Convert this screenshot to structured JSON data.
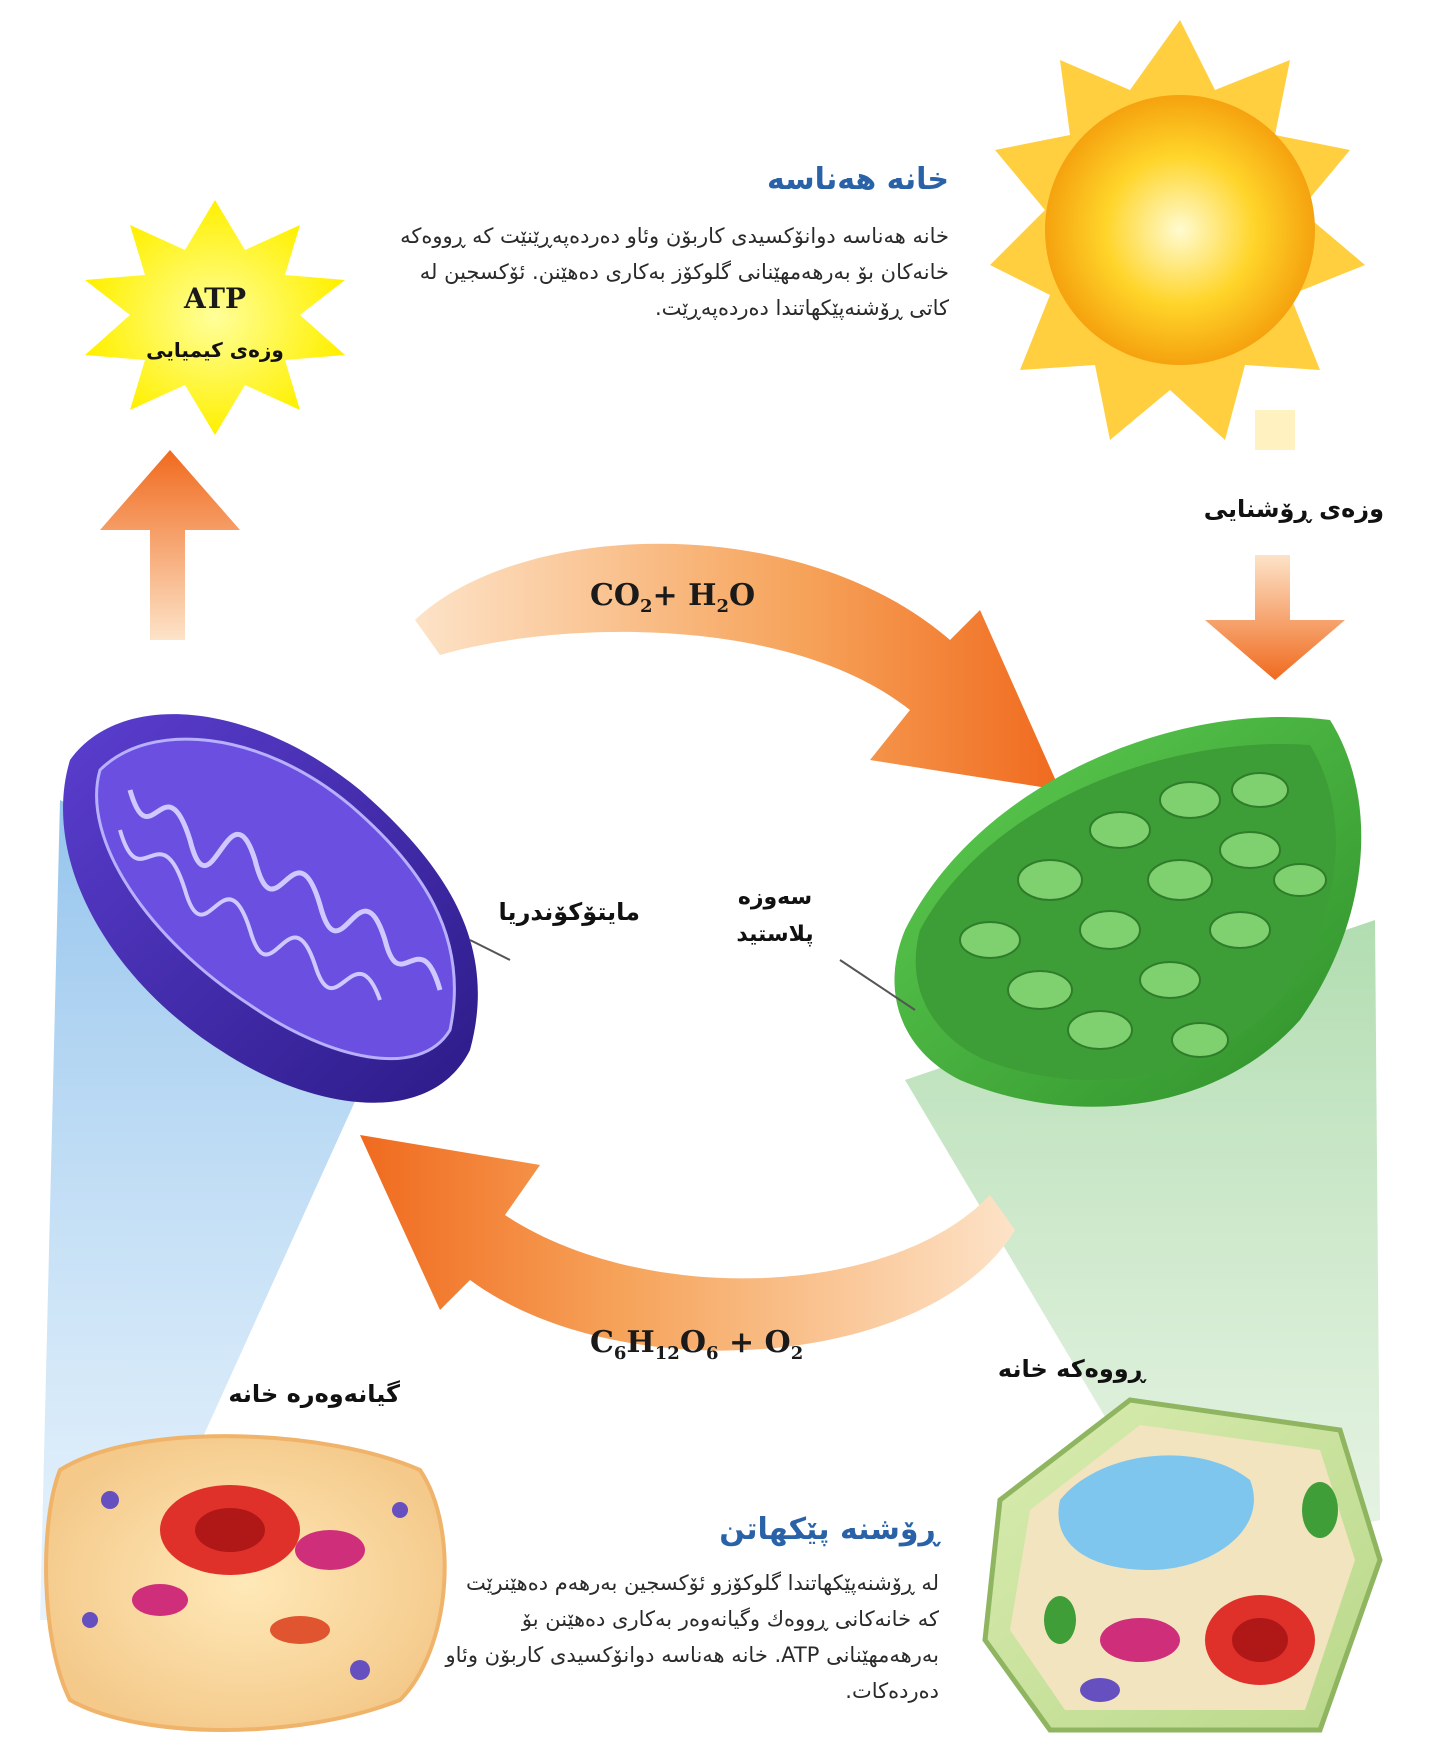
{
  "colors": {
    "heading": "#2a62a8",
    "arrow": "#f06a1e",
    "mitochondrion": "#4a2fb0",
    "chloroplast": "#3fae3a",
    "sun": "#ffc21a"
  },
  "photosynthesis_section": {
    "heading": "خانه هەناسه",
    "paragraph": "خانه هەناسه دوانۆكسیدی كاربۆن وئاو دەردەپەڕێنێت كه ڕووەكه خانەكان بۆ بەرهەمهێنانی گلوكۆز بەكاری دەهێنن. ئۆكسجین له كاتی ڕۆشنەپێكهاتندا دەردەپەڕێت."
  },
  "respiration_section": {
    "heading": "ڕۆشنه پێكهاتن",
    "paragraph": "له ڕۆشنەپێكهاتندا گلوكۆزو ئۆكسجین بەرهەم دەهێنرێت كه خانەكانی ڕووەك وگیانەوەر بەكاری دەهێنن بۆ بەرهەمهێنانی ATP. خانه هەناسه دوانۆكسیدی كاربۆن وئاو دەردەكات."
  },
  "atp_burst": {
    "title": "ATP",
    "subtitle": "وزەی كیمیایی"
  },
  "light_energy_label": "وزەی ڕۆشنایی",
  "mitochondria_label": "مایتۆكۆندریا",
  "chloroplast_label_line1": "سەوزە",
  "chloroplast_label_line2": "پلاستید",
  "animal_cell_label": "گیانەوەرە خانه",
  "plant_cell_label": "ڕووەكه خانه",
  "formula_top": {
    "part1": "CO",
    "sub1": "2",
    "part2": "+ H",
    "sub2": "2",
    "part3": "O"
  },
  "formula_bottom": {
    "p1": "C",
    "s1": "6",
    "p2": "H",
    "s2": "12",
    "p3": "O",
    "s3": "6",
    "p4": " + O",
    "s4": "2"
  }
}
